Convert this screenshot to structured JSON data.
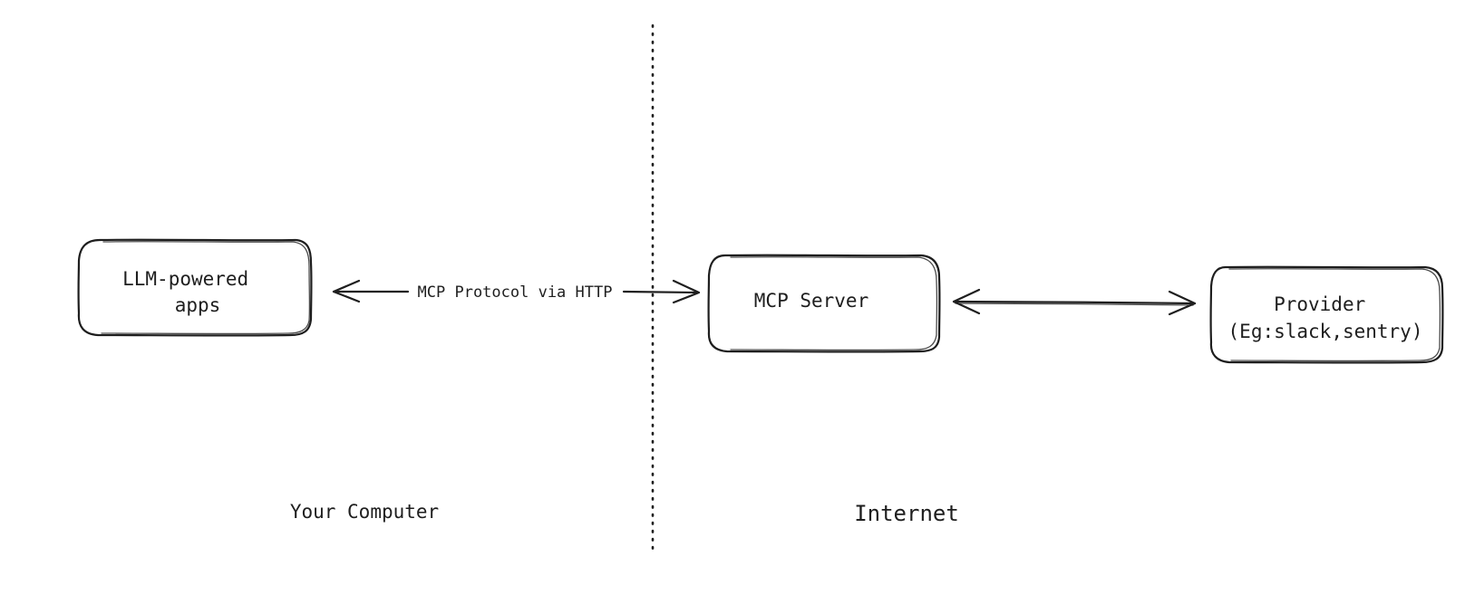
{
  "nodes": {
    "llm_apps": {
      "lines": [
        "LLM-powered",
        "apps"
      ]
    },
    "mcp_server": {
      "lines": [
        "MCP Server"
      ]
    },
    "provider": {
      "lines": [
        "Provider",
        "(Eg:slack,sentry)"
      ]
    }
  },
  "edges": {
    "llm_to_server": {
      "label": "MCP Protocol via HTTP"
    },
    "server_to_provider": {
      "label": ""
    }
  },
  "zones": {
    "left": {
      "label": "Your Computer"
    },
    "right": {
      "label": "Internet"
    }
  },
  "colors": {
    "stroke": "#1e1e1e",
    "background": "#ffffff"
  }
}
